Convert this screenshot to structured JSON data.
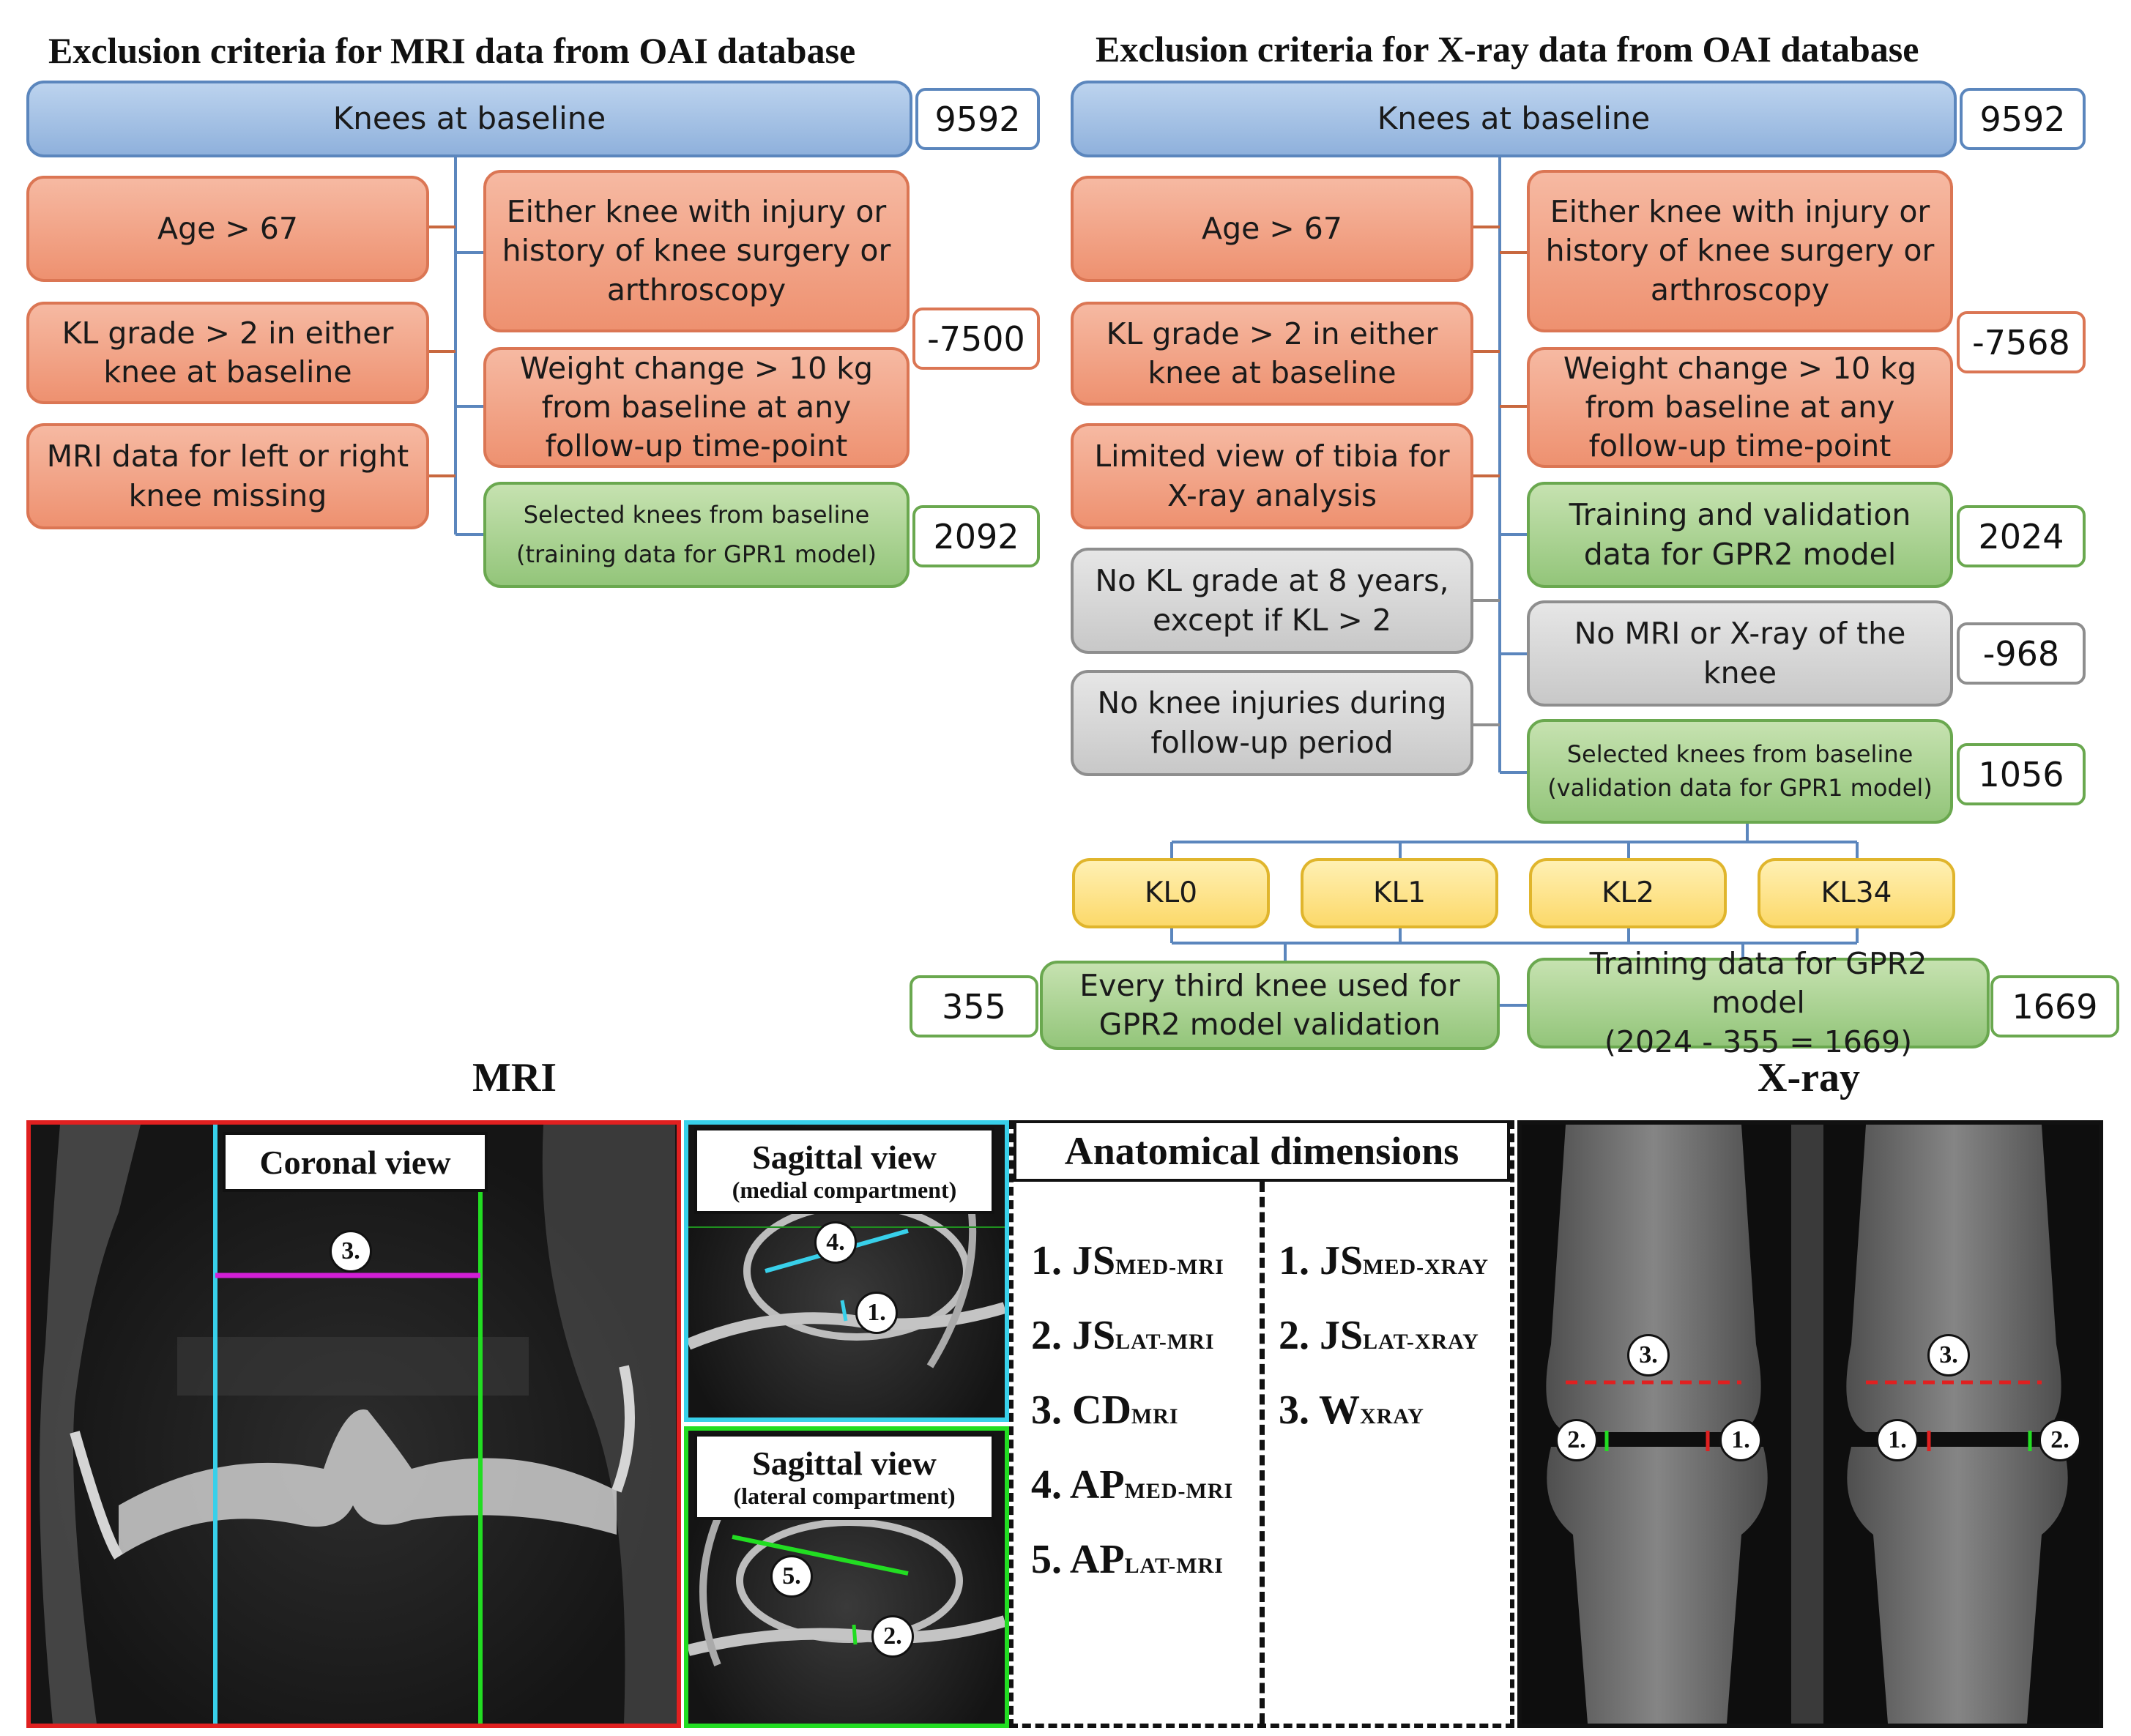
{
  "mri_flow": {
    "title": "Exclusion criteria for MRI data from OAI database",
    "baseline": "Knees at baseline",
    "baseline_count": "9592",
    "age": "Age > 67",
    "injury": "Either knee with injury or history of knee surgery or arthroscopy",
    "kl_grade": "KL grade > 2 in either knee at baseline",
    "weight": "Weight change > 10 kg from baseline at any follow-up time-point",
    "mri_missing": "MRI data for left or right knee missing",
    "excluded_count": "-7500",
    "selected_line1": "Selected knees from baseline",
    "selected_line2": "(training data for GPR1 model)",
    "selected_count": "2092"
  },
  "xray_flow": {
    "title": "Exclusion criteria for X-ray data from OAI database",
    "baseline": "Knees at baseline",
    "baseline_count": "9592",
    "age": "Age > 67",
    "injury": "Either knee with injury or history of knee surgery or arthroscopy",
    "kl_grade": "KL grade > 2 in either knee at baseline",
    "weight": "Weight change > 10 kg from baseline at any follow-up time-point",
    "tibia": "Limited view of tibia for X-ray analysis",
    "excluded_count": "-7568",
    "training_validation": "Training and validation data for GPR2 model",
    "training_validation_count": "2024",
    "no_kl": "No KL grade at 8 years, except if KL > 2",
    "no_mri": "No MRI or X-ray of the knee",
    "no_mri_count": "-968",
    "no_injuries": "No knee injuries during follow-up period",
    "selected_line1": "Selected knees from baseline",
    "selected_line2": "(validation data for GPR1 model)",
    "selected_count": "1056",
    "kl_groups": [
      "KL0",
      "KL1",
      "KL2",
      "KL34"
    ],
    "every_third": "Every third knee used for GPR2 model validation",
    "every_third_count": "355",
    "training_line1": "Training data for GPR2 model",
    "training_line2": "(2024 - 355 = 1669)",
    "training_count": "1669"
  },
  "bottom": {
    "mri_heading": "MRI",
    "xray_heading": "X-ray",
    "coronal": "Coronal view",
    "sagittal_medial_title": "Sagittal view",
    "sagittal_medial_sub": "(medial compartment)",
    "sagittal_lateral_title": "Sagittal view",
    "sagittal_lateral_sub": "(lateral compartment)",
    "anatomical": "Anatomical dimensions",
    "markers": [
      "1.",
      "2.",
      "3.",
      "4.",
      "5."
    ],
    "mri_dims": [
      {
        "main": "1. JS",
        "sub": "MED-MRI"
      },
      {
        "main": "2. JS",
        "sub": "LAT-MRI"
      },
      {
        "main": "3. CD",
        "sub": "MRI"
      },
      {
        "main": "4. AP",
        "sub": "MED-MRI"
      },
      {
        "main": "5. AP",
        "sub": "LAT-MRI"
      }
    ],
    "xray_dims": [
      {
        "main": "1. JS",
        "sub": "MED-XRAY"
      },
      {
        "main": "2. JS",
        "sub": "LAT-XRAY"
      },
      {
        "main": "3. W",
        "sub": "XRAY"
      }
    ]
  },
  "colors": {
    "blue_box": "#8fb1dc",
    "orange_box": "#ee9170",
    "green_box": "#93c57a",
    "gray_box": "#c8c8c8",
    "yellow_box": "#fcd96a",
    "coronal_frame": "#e02020",
    "medial_frame": "#38d0ea",
    "lateral_frame": "#22dd22",
    "cd_line": "#d21fd6"
  }
}
